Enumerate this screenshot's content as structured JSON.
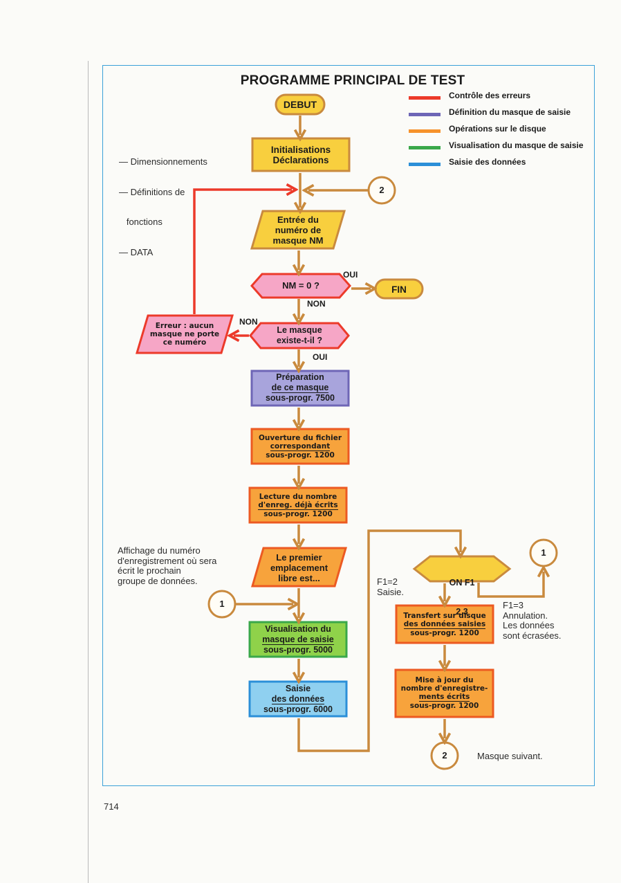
{
  "title": "PROGRAMME PRINCIPAL DE TEST",
  "legend": [
    {
      "label": "Contrôle des erreurs",
      "color": "#ec3a2a"
    },
    {
      "label": "Définition du masque de saisie",
      "color": "#6e66b6"
    },
    {
      "label": "Opérations sur le disque",
      "color": "#f6922b"
    },
    {
      "label": "Visualisation du masque de saisie",
      "color": "#3aa84a"
    },
    {
      "label": "Saisie des données",
      "color": "#2b8fd8"
    }
  ],
  "colors": {
    "arrow": "#c98a3e",
    "yellow_fill": "#f8cf3e",
    "pink_fill": "#f6a6c6",
    "red_border": "#ec3a2a",
    "purple_fill": "#a8a4dc",
    "purple_border": "#6e66b6",
    "orange_fill": "#f7a33c",
    "orange_border": "#ec5a22",
    "green_fill": "#8fd24a",
    "green_border": "#3aa84a",
    "blue_fill": "#8fd0f0",
    "blue_border": "#2b8fd8",
    "frame": "#3aa0d8"
  },
  "nodes": {
    "debut": "DEBUT",
    "init": [
      "Initialisations",
      "Déclarations"
    ],
    "entree": [
      "Entrée du",
      "numéro de",
      "masque NM"
    ],
    "test_nm": "NM = 0 ?",
    "fin": "FIN",
    "masque_existe": [
      "Le masque",
      "existe-t-il ?"
    ],
    "erreur": [
      "Erreur : aucun",
      "masque ne porte",
      "ce numéro"
    ],
    "preparation": [
      "Préparation",
      "de ce masque",
      "sous-progr. 7500"
    ],
    "ouverture": [
      "Ouverture du fichier",
      "correspondant",
      "sous-progr. 1200"
    ],
    "lecture": [
      "Lecture du nombre",
      "d'enreg. déjà écrits",
      "sous-progr. 1200"
    ],
    "premier": [
      "Le premier",
      "emplacement",
      "libre est..."
    ],
    "visualisation": [
      "Visualisation du",
      "masque de saisie",
      "sous-progr. 5000"
    ],
    "saisie": [
      "Saisie",
      "des données",
      "sous-progr. 6000"
    ],
    "on_f1": [
      "ON  F1",
      "2   3"
    ],
    "transfert": [
      "Transfert sur disque",
      "des données saisies",
      "sous-progr. 1200"
    ],
    "mise_a_jour": [
      "Mise à jour du",
      "nombre d'enregistre-",
      "ments écrits",
      "sous-progr. 1200"
    ]
  },
  "branches": {
    "oui_fin": "OUI",
    "non_test": "NON",
    "non_erreur": "NON",
    "oui_prep": "OUI"
  },
  "connectors": {
    "two_top": "2",
    "one_left": "1",
    "one_right": "1",
    "two_bottom": "2"
  },
  "notes": {
    "dims": [
      "— Dimensionnements",
      "— Définitions de",
      "   fonctions",
      "— DATA"
    ],
    "affichage": [
      "Affichage du numéro",
      "d'enregistrement où sera",
      "écrit le prochain",
      "groupe de données."
    ],
    "f1_2": [
      "F1=2",
      "Saisie."
    ],
    "f1_3": [
      "F1=3",
      "Annulation.",
      "Les données",
      "sont écrasées."
    ],
    "masque_suivant": "Masque suivant."
  },
  "page_number": "714"
}
